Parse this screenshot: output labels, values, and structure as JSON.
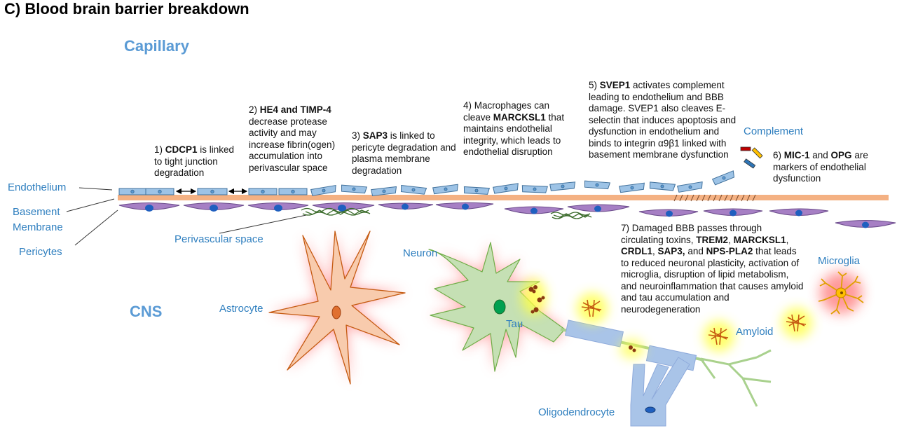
{
  "figure": {
    "title": "C) Blood brain barrier breakdown",
    "capillary_label": "Capillary",
    "cns_label": "CNS"
  },
  "labels": {
    "endothelium": "Endothelium",
    "basement_line1": "Basement",
    "basement_line2": "Membrane",
    "pericytes": "Pericytes",
    "perivascular": "Perivascular space",
    "complement": "Complement",
    "neuron": "Neuron",
    "astrocyte": "Astrocyte",
    "tau": "Tau",
    "microglia": "Microglia",
    "amyloid": "Amyloid",
    "oligodendrocyte": "Oligodendrocyte"
  },
  "notes": {
    "n1": {
      "num": "1) ",
      "bold": "CDCP1",
      "rest": " is linked to tight junction degradation"
    },
    "n2": {
      "num": "2) ",
      "bold": "HE4 and TIMP-4",
      "rest": " decrease protease activity and may increase fibrin(ogen) accumulation into perivascular space"
    },
    "n3": {
      "num": "3) ",
      "bold": "SAP3",
      "rest": " is linked to pericyte degradation and plasma membrane degradation"
    },
    "n4": {
      "pre": "4) Macrophages can cleave ",
      "bold": "MARCKSL1",
      "rest": " that maintains endothelial integrity, which leads to endothelial disruption"
    },
    "n5": {
      "num": "5) ",
      "bold": "SVEP1",
      "rest": " activates complement leading to endothelium and BBB damage. SVEP1 also cleaves E-selectin that induces apoptosis and dysfunction in endothelium and binds to integrin α9β1 linked with basement membrane dysfunction"
    },
    "n6": {
      "num": "6) ",
      "bold1": "MIC-1",
      "mid": " and ",
      "bold2": "OPG",
      "rest": " are markers of endothelial dysfunction"
    },
    "n7": {
      "pre": "7) Damaged BBB passes through circulating toxins, ",
      "b1": "TREM2",
      "s1": ", ",
      "b2": "MARCKSL1",
      "s2": ", ",
      "b3": "CRDL1",
      "s3": ", ",
      "b4": "SAP3,",
      "s4": " and ",
      "b5": "NPS-PLA2",
      "rest": " that leads to reduced neuronal plasticity, activation of microglia, disruption of lipid metabolism, and neuroinflammation that causes amyloid and tau accumulation and neurodegeneration"
    }
  },
  "colors": {
    "endothelial_cell": "#9dc3e6",
    "cell_outline": "#41719c",
    "basement_membrane": "#f4b183",
    "pericyte": "#a67fc4",
    "nucleus": "#1f5fbf",
    "fibrin": "#3a6b2a",
    "astrocyte": "#f8cbad",
    "neuron": "#c5e0b4",
    "glow_red": "#ff4444",
    "glow_yellow": "#ffff66",
    "aggregate": "#c55a11",
    "oligodendrocyte": "#a9c4e8",
    "microglia": "#ffc000",
    "label_blue": "#2f7fbf"
  }
}
